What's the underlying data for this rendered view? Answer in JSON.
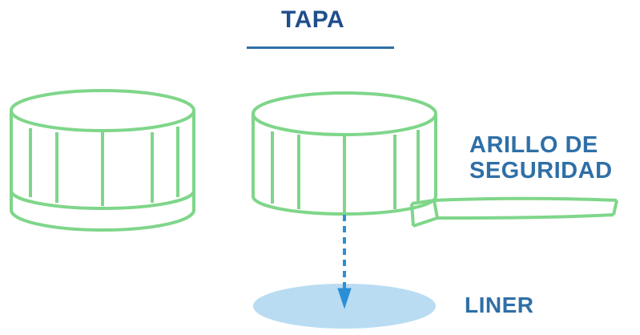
{
  "title": "TAPA",
  "labels": {
    "ring_line1": "ARILLO DE",
    "ring_line2": "SEGURIDAD",
    "liner": "LINER"
  },
  "colors": {
    "cap_outline": "#7fd68a",
    "label_text": "#2f6fa6",
    "title_text": "#1f4e8c",
    "underline": "#2f6fa6",
    "liner_fill": "#b9dcf2",
    "arrow": "#2b8fd6"
  }
}
